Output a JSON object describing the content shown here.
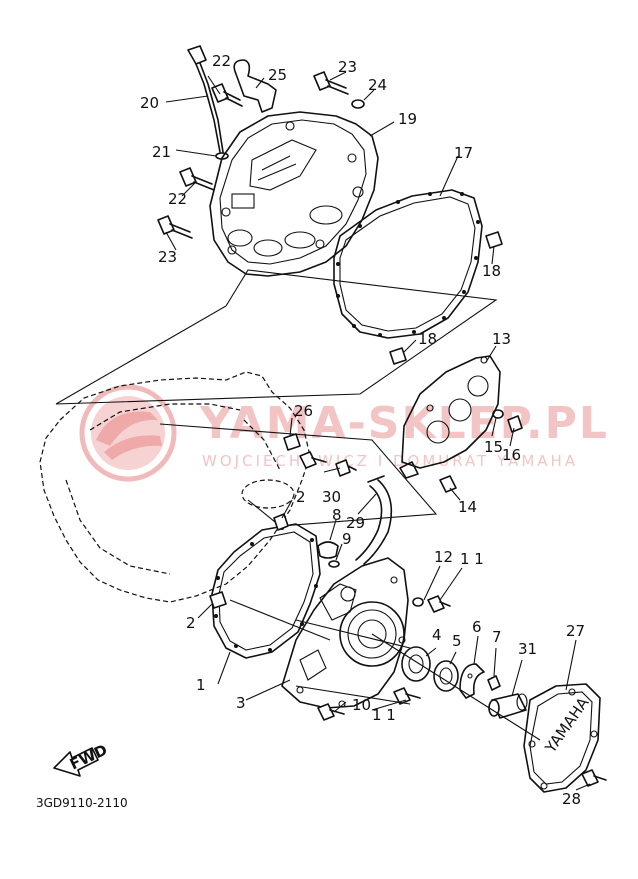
{
  "watermark": {
    "brand": "YAMA-SKLEP.PL",
    "subtitle": "WOJCIECHOWICZ I DOMURAT YAMAHA",
    "color": "#e8a0a0"
  },
  "diagram_code": "3GD9110-2110",
  "fwd_label": "FWD",
  "cover_logo_text": "YAMAHA",
  "callouts": [
    {
      "id": "c1",
      "label": "1"
    },
    {
      "id": "c2a",
      "label": "2"
    },
    {
      "id": "c2b",
      "label": "2"
    },
    {
      "id": "c3",
      "label": "3"
    },
    {
      "id": "c4",
      "label": "4"
    },
    {
      "id": "c5",
      "label": "5"
    },
    {
      "id": "c6",
      "label": "6"
    },
    {
      "id": "c7",
      "label": "7"
    },
    {
      "id": "c8",
      "label": "8"
    },
    {
      "id": "c9",
      "label": "9"
    },
    {
      "id": "c10",
      "label": "10"
    },
    {
      "id": "c11a",
      "label": "1 1"
    },
    {
      "id": "c11b",
      "label": "1 1"
    },
    {
      "id": "c12",
      "label": "12"
    },
    {
      "id": "c13",
      "label": "13"
    },
    {
      "id": "c14",
      "label": "14"
    },
    {
      "id": "c15",
      "label": "15"
    },
    {
      "id": "c16",
      "label": "16"
    },
    {
      "id": "c17",
      "label": "17"
    },
    {
      "id": "c18a",
      "label": "18"
    },
    {
      "id": "c18b",
      "label": "18"
    },
    {
      "id": "c19",
      "label": "19"
    },
    {
      "id": "c20",
      "label": "20"
    },
    {
      "id": "c21",
      "label": "21"
    },
    {
      "id": "c22a",
      "label": "22"
    },
    {
      "id": "c22b",
      "label": "22"
    },
    {
      "id": "c23a",
      "label": "23"
    },
    {
      "id": "c23b",
      "label": "23"
    },
    {
      "id": "c24",
      "label": "24"
    },
    {
      "id": "c25",
      "label": "25"
    },
    {
      "id": "c26",
      "label": "26"
    },
    {
      "id": "c27",
      "label": "27"
    },
    {
      "id": "c28",
      "label": "28"
    },
    {
      "id": "c29",
      "label": "29"
    },
    {
      "id": "c30",
      "label": "30"
    },
    {
      "id": "c31",
      "label": "31"
    }
  ]
}
